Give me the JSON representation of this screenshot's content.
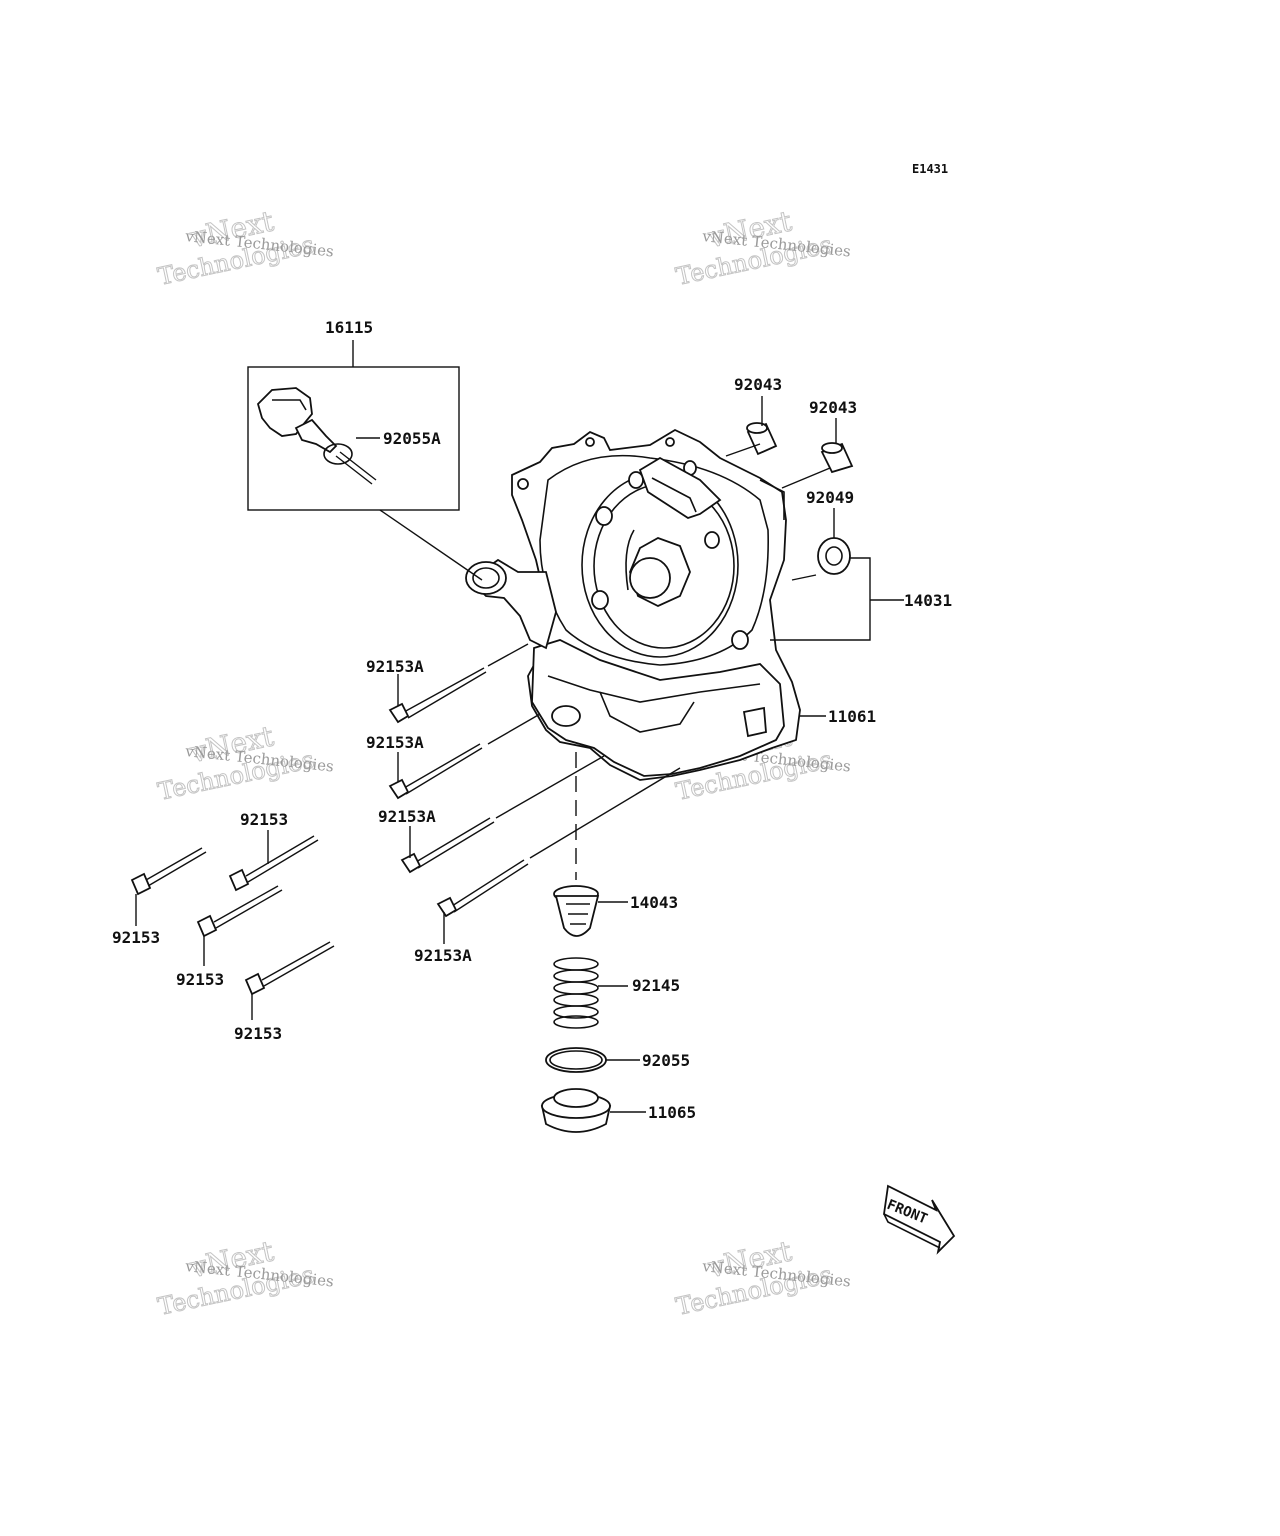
{
  "diagram_code": "E1431",
  "front_arrow": "FRONT",
  "watermarks": [
    {
      "small": "vNext Technologies",
      "big1": "vNext",
      "big2": "Technologies"
    },
    {
      "small": "vNext Technologies",
      "big1": "vNext",
      "big2": "Technologies"
    },
    {
      "small": "vNext Technologies",
      "big1": "vNext",
      "big2": "Technologies"
    },
    {
      "small": "vNext Technologies",
      "big1": "vNext",
      "big2": "Technologies"
    },
    {
      "small": "vNext Technologies",
      "big1": "vNext",
      "big2": "Technologies"
    },
    {
      "small": "vNext Technologies",
      "big1": "vNext",
      "big2": "Technologies"
    }
  ],
  "parts": {
    "p16115": "16115",
    "p92055A": "92055A",
    "p92043a": "92043",
    "p92043b": "92043",
    "p92049": "92049",
    "p14031": "14031",
    "p11061": "11061",
    "p92153A_1": "92153A",
    "p92153A_2": "92153A",
    "p92153A_3": "92153A",
    "p92153A_4": "92153A",
    "p92153_1": "92153",
    "p92153_2": "92153",
    "p92153_3": "92153",
    "p92153_4": "92153",
    "p14043": "14043",
    "p92145": "92145",
    "p92055": "92055",
    "p11065": "11065"
  }
}
